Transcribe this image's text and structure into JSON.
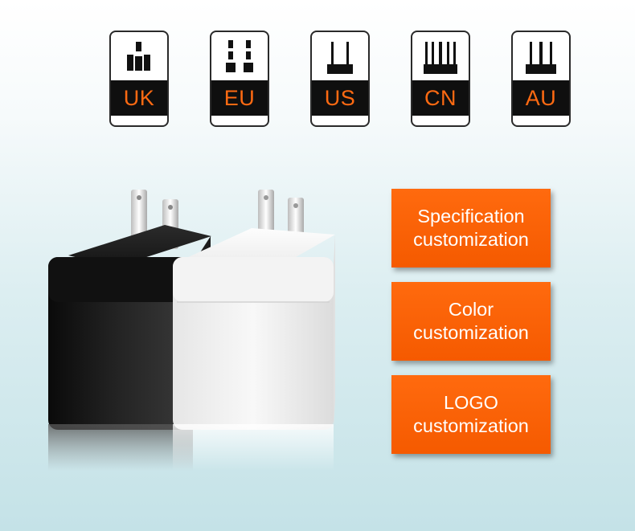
{
  "plug_types": [
    {
      "label": "UK",
      "icon": "uk-plug-icon"
    },
    {
      "label": "EU",
      "icon": "eu-plug-icon"
    },
    {
      "label": "US",
      "icon": "us-plug-icon"
    },
    {
      "label": "CN",
      "icon": "cn-plug-icon"
    },
    {
      "label": "AU",
      "icon": "au-plug-icon"
    }
  ],
  "features": [
    {
      "line1": "Specification",
      "line2": "customization"
    },
    {
      "line1": "Color",
      "line2": "customization"
    },
    {
      "line1": "LOGO",
      "line2": "customization"
    }
  ],
  "colors": {
    "accent": "#ff6a12",
    "button": "#f55a00",
    "band": "#0f0f0f"
  },
  "products": [
    "black-charger",
    "white-charger"
  ]
}
